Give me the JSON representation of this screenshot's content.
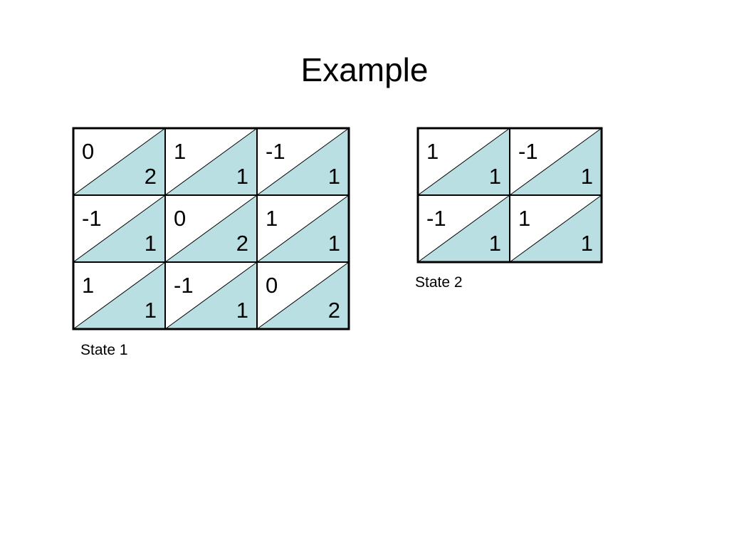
{
  "title": "Example",
  "colors": {
    "triangle_fill": "#b9dfe3",
    "cell_background": "#ffffff",
    "grid_line": "#000000"
  },
  "states": [
    {
      "id": "state1",
      "caption": "State 1",
      "rows": 3,
      "cols": 3,
      "cells": [
        [
          {
            "top": "0",
            "bottom": "2"
          },
          {
            "top": "1",
            "bottom": "1"
          },
          {
            "top": "-1",
            "bottom": "1"
          }
        ],
        [
          {
            "top": "-1",
            "bottom": "1"
          },
          {
            "top": "0",
            "bottom": "2"
          },
          {
            "top": "1",
            "bottom": "1"
          }
        ],
        [
          {
            "top": "1",
            "bottom": "1"
          },
          {
            "top": "-1",
            "bottom": "1"
          },
          {
            "top": "0",
            "bottom": "2"
          }
        ]
      ]
    },
    {
      "id": "state2",
      "caption": "State 2",
      "rows": 2,
      "cols": 2,
      "cells": [
        [
          {
            "top": "1",
            "bottom": "1"
          },
          {
            "top": "-1",
            "bottom": "1"
          }
        ],
        [
          {
            "top": "-1",
            "bottom": "1"
          },
          {
            "top": "1",
            "bottom": "1"
          }
        ]
      ]
    }
  ]
}
